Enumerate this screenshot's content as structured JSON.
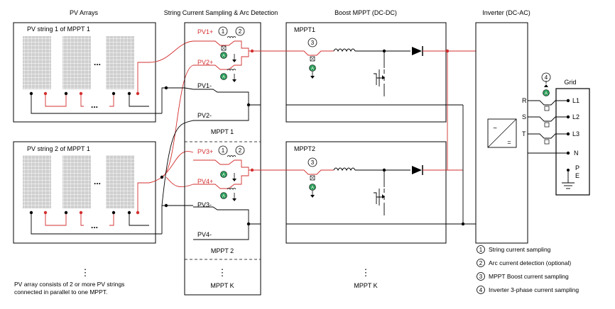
{
  "headers": {
    "pv_arrays": "PV Arrays",
    "string_sampling": "String Current Sampling & Arc Detection",
    "boost": "Boost MPPT (DC-DC)",
    "inverter": "Inverter (DC-AC)"
  },
  "pv_strings": [
    {
      "title": "PV string 1 of MPPT 1"
    },
    {
      "title": "PV string 2 of MPPT 1"
    }
  ],
  "sampling": {
    "group1": {
      "pos1": "PV1+",
      "pos2": "PV2+",
      "neg1": "PV1-",
      "neg2": "PV2-",
      "label": "MPPT 1"
    },
    "group2": {
      "pos1": "PV3+",
      "pos2": "PV4+",
      "neg1": "PV3-",
      "neg2": "PV4-",
      "label": "MPPT 2"
    },
    "more_label": "MPPT K"
  },
  "boost": {
    "mppt1": "MPPT1",
    "mppt2": "MPPT2",
    "more_label": "MPPT K"
  },
  "markers": {
    "one": "1",
    "two": "2",
    "three": "3",
    "four": "4"
  },
  "sensor_letter": "A",
  "ellipsis": "...",
  "vdots": "⋮",
  "inverter": {
    "phases": [
      "R",
      "S",
      "T"
    ],
    "dc_symbol": "=",
    "ac_symbol": "~"
  },
  "grid": {
    "title": "Grid",
    "lines": [
      "L1",
      "L2",
      "L3",
      "N"
    ],
    "pe": [
      "P",
      "E"
    ]
  },
  "legend": [
    {
      "num": "1",
      "text": "String current sampling"
    },
    {
      "num": "2",
      "text": "Arc current detection (optional)"
    },
    {
      "num": "3",
      "text": "MPPT Boost current sampling"
    },
    {
      "num": "4",
      "text": "Inverter 3-phase current sampling"
    }
  ],
  "footnote": {
    "line1": "PV array consists of 2 or more PV strings",
    "line2": "connected in parallel to one MPPT."
  },
  "colors": {
    "line": "#000000",
    "positive": "#d32f2f",
    "sensor": "#2e9e5b",
    "panel": "#c8c8c8"
  }
}
